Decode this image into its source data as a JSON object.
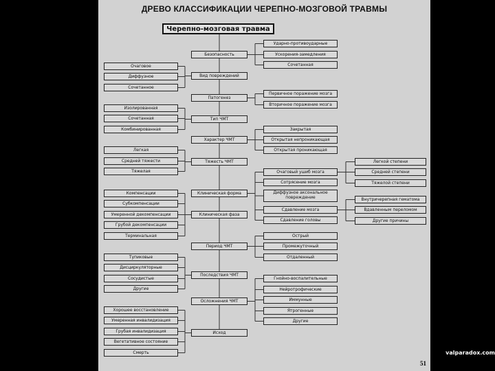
{
  "title": "ДРЕВО КЛАССИФИКАЦИИ ЧЕРЕПНО-МОЗГОВОЙ ТРАВМЫ",
  "root": "Черепно-мозговая травма",
  "center": [
    "Безопасность",
    "Вид повреждений",
    "Патогенез",
    "Тип ЧМТ",
    "Характер ЧМТ",
    "Тяжесть ЧМТ",
    "Клиническая форма",
    "Клиническая фаза",
    "Период ЧМТ",
    "Последствия ЧМТ",
    "Осложнения ЧМТ",
    "Исход"
  ],
  "left": [
    "Очаговое",
    "Диффузное",
    "Сочетанное",
    "Изолированная",
    "Сочетанная",
    "Комбинированная",
    "Легкая",
    "Средней тяжести",
    "Тяжелая",
    "Компенсации",
    "Субкомпенсации",
    "Умеренной декомпенсации",
    "Грубой декомпенсации",
    "Терминальная",
    "Тупиковые",
    "Дисциркуляторные",
    "Сосудистые",
    "Другие",
    "Хорошее восстановление",
    "Умеренная инвалидизация",
    "Грубая инвалидизация",
    "Вегетативное состояние",
    "Смерть"
  ],
  "right": [
    "Ударно-противоударные",
    "Ускорения-замедления",
    "Сочетанная",
    "Первичное поражение мозга",
    "Вторичное поражение мозга",
    "Закрытая",
    "Открытая непроникающая",
    "Открытая проникающая",
    "Очаговый ушиб мозга",
    "Сотрясение мозга",
    "Диффузное аксональное повреждение",
    "Сдавление мозга",
    "Сдавление головы",
    "Острый",
    "Промежуточный",
    "Отдаленный",
    "Гнойно-воспалительные",
    "Нейротрофические",
    "Иммунные",
    "Ятрогенные",
    "Другие"
  ],
  "far_right": [
    "Легкой степени",
    "Средней степени",
    "Тяжелой степени",
    "Внутричерепная гематома",
    "Вдавленным переломом",
    "Другие причины"
  ],
  "page_number": "51",
  "watermark": "valparadox.com"
}
